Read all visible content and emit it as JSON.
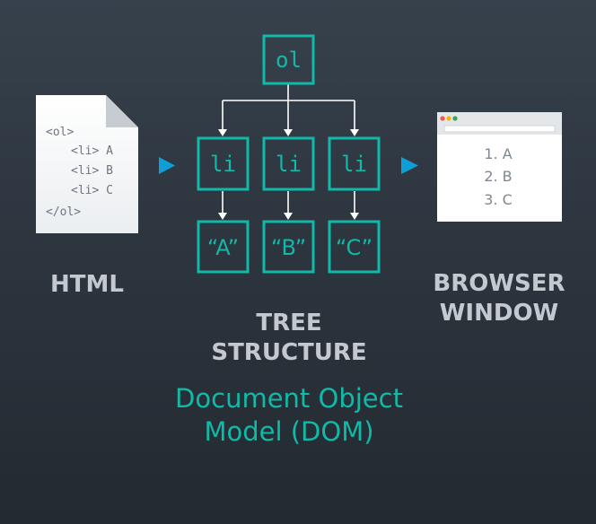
{
  "colors": {
    "accent_teal": "#11b9a8",
    "arrow_blue": "#0f9fd6",
    "caption_gray": "#c4c9cf",
    "connector_white": "#ffffff",
    "background": "#2f3741"
  },
  "html_file": {
    "icon": "document-icon",
    "lines": [
      "<ol>",
      "<li> A",
      "<li> B",
      "<li> C",
      "</ol>"
    ]
  },
  "tree": {
    "root": "ol",
    "children": [
      "li",
      "li",
      "li"
    ],
    "leaves": [
      "“A”",
      "“B”",
      "“C”"
    ]
  },
  "browser": {
    "icon": "browser-window-icon",
    "dots": [
      "#ee5a4f",
      "#f4b400",
      "#34a853"
    ],
    "items": [
      "1. A",
      "2. B",
      "3. C"
    ]
  },
  "captions": {
    "html": "HTML",
    "tree": [
      "TREE",
      "STRUCTURE"
    ],
    "dom": [
      "Document Object",
      "Model (DOM)"
    ],
    "browser": [
      "BROWSER",
      "WINDOW"
    ]
  }
}
